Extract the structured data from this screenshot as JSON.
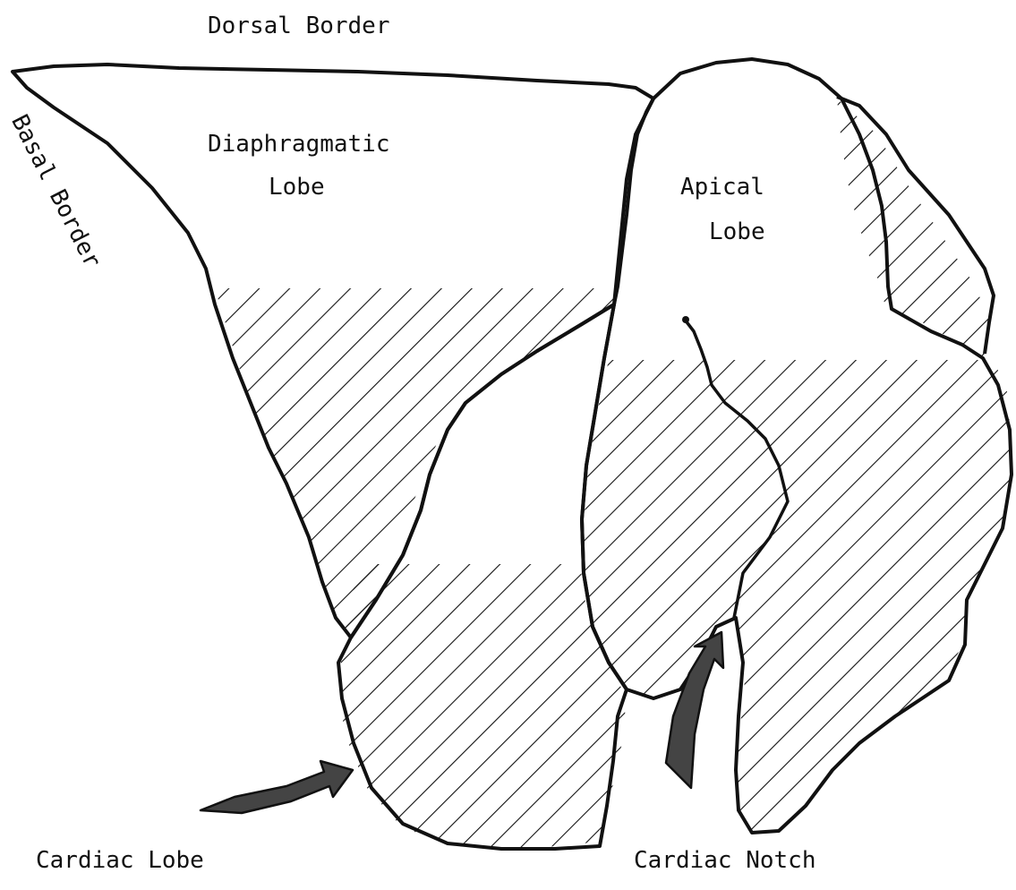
{
  "labels": {
    "dorsal_border": "Dorsal Border",
    "basal_border": "Basal Border",
    "diaphragmatic_lobe_line1": "Diaphragmatic",
    "diaphragmatic_lobe_line2": "Lobe",
    "apical_lobe_line1": "Apical",
    "apical_lobe_line2": "Lobe",
    "cardiac_lobe": "Cardiac Lobe",
    "cardiac_notch": "Cardiac Notch"
  },
  "colors": {
    "outline": "#111111",
    "hatch": "#111111",
    "arrow_fill": "#444444",
    "background": "#ffffff"
  },
  "icons": {
    "cardiac_lobe_arrow": "arrow-right-icon",
    "cardiac_notch_arrow": "arrow-up-icon"
  }
}
